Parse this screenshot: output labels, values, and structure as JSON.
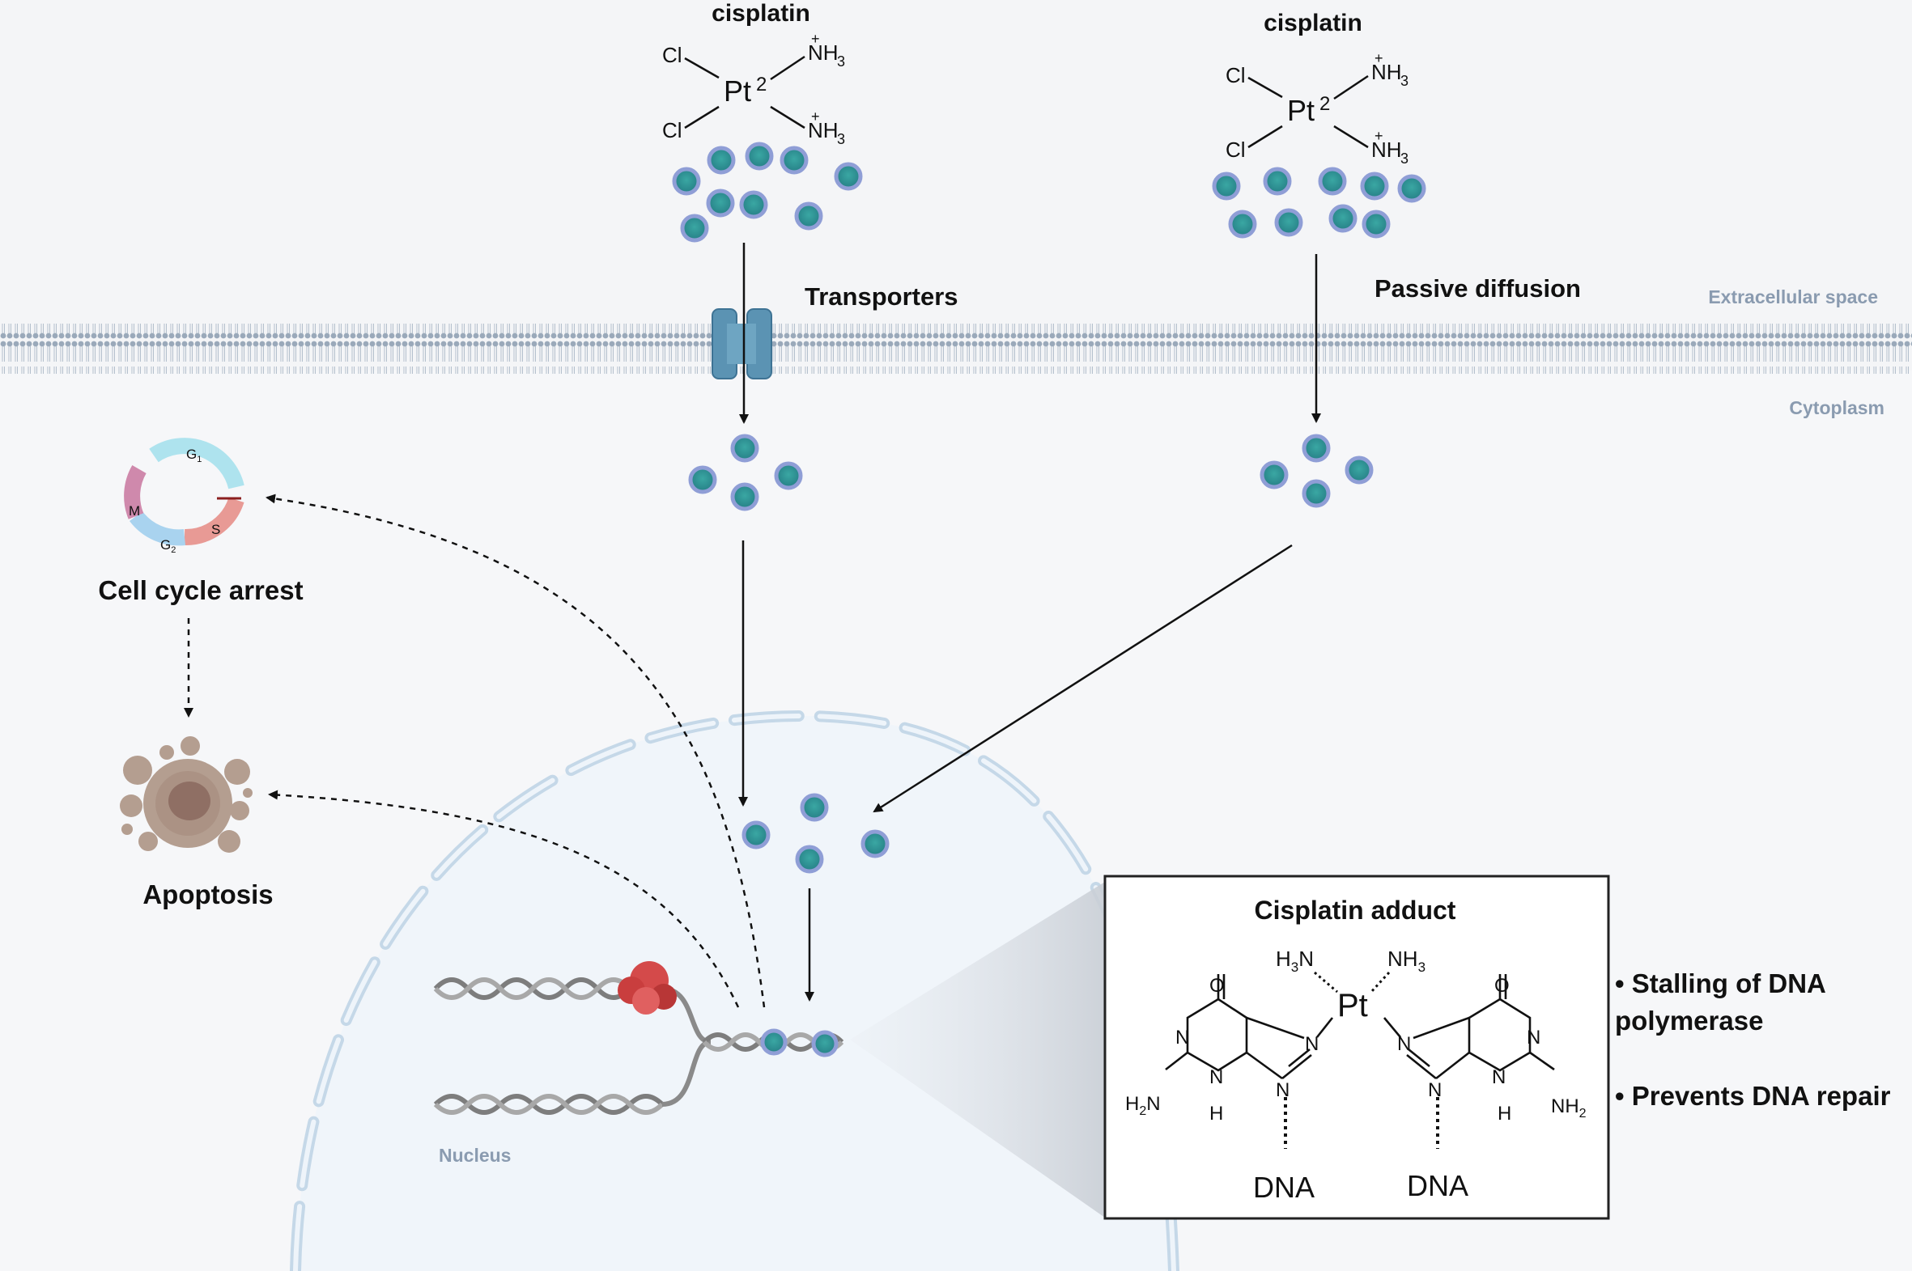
{
  "colors": {
    "background": "#f4f5f7",
    "membrane": "#9aa9ba",
    "transporter": "#5b93b3",
    "molecule_fill": "#2f9a9a",
    "molecule_ring": "#8f9ed6",
    "nucleus_fill": "#eef4fa",
    "nucleus_border": "#bcd3e6",
    "region_label": "#8a9bb0",
    "protein": "#d44a4a",
    "apoptosis_cell": "#b49e90"
  },
  "left_drug": {
    "name": "cisplatin",
    "cl_top": "Cl",
    "cl_bottom": "Cl",
    "pt": "Pt",
    "charge": "2",
    "nh3_top": "NH",
    "nh3_bottom": "NH",
    "sub3": "3",
    "plus": "+"
  },
  "right_drug": {
    "name": "cisplatin",
    "cl_top": "Cl",
    "cl_bottom": "Cl",
    "pt": "Pt",
    "charge": "2",
    "nh3_top": "NH",
    "nh3_bottom": "NH",
    "sub3": "3",
    "plus": "+"
  },
  "uptake": {
    "transporters": "Transporters",
    "passive": "Passive diffusion"
  },
  "regions": {
    "extracellular": "Extracellular space",
    "cytoplasm": "Cytoplasm",
    "nucleus": "Nucleus"
  },
  "cell_cycle": {
    "title": "Cell cycle arrest",
    "g1": "G",
    "g1_sub": "1",
    "s": "S",
    "g2": "G",
    "g2_sub": "2",
    "m": "M"
  },
  "apoptosis": {
    "title": "Apoptosis"
  },
  "adduct": {
    "title": "Cisplatin adduct",
    "pt": "Pt",
    "h3n_left": "H",
    "h3n_left_sub": "3",
    "h3n_left_n": "N",
    "nh3_right": "NH",
    "nh3_right_sub": "3",
    "o": "O",
    "n": "N",
    "h": "H",
    "h2n_h": "H",
    "h2n_sub": "2",
    "h2n_n": "N",
    "nh2_nh": "NH",
    "nh2_sub": "2",
    "dna_left": "DNA",
    "dna_right": "DNA"
  },
  "effects": {
    "item1_line1": "• Stalling of DNA",
    "item1_line2": "polymerase",
    "item2": "• Prevents DNA repair"
  }
}
